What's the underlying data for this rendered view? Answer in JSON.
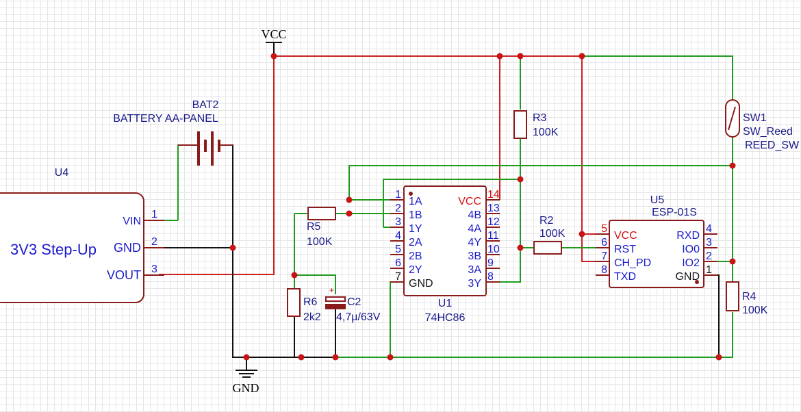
{
  "power": {
    "vcc": "VCC",
    "gnd": "GND"
  },
  "battery": {
    "ref": "BAT2",
    "value": "BATTERY AA-PANEL"
  },
  "stepup": {
    "ref": "U4",
    "name": "3V3 Step-Up",
    "pins": [
      {
        "num": "1",
        "name": "VIN"
      },
      {
        "num": "2",
        "name": "GND"
      },
      {
        "num": "3",
        "name": "VOUT"
      }
    ]
  },
  "r5": {
    "ref": "R5",
    "value": "100K"
  },
  "r6": {
    "ref": "R6",
    "value": "2k2"
  },
  "c2": {
    "ref": "C2",
    "value": "4,7µ/63V"
  },
  "r3": {
    "ref": "R3",
    "value": "100K"
  },
  "r2": {
    "ref": "R2",
    "value": "100K"
  },
  "r4": {
    "ref": "R4",
    "value": "100K"
  },
  "sw1": {
    "ref": "SW1",
    "value": "SW_Reed",
    "value2": "REED_SW"
  },
  "u1": {
    "ref": "U1",
    "value": "74HC86",
    "left_pins": [
      {
        "num": "1",
        "name": "1A"
      },
      {
        "num": "2",
        "name": "1B"
      },
      {
        "num": "3",
        "name": "1Y"
      },
      {
        "num": "4",
        "name": "2A"
      },
      {
        "num": "5",
        "name": "2B"
      },
      {
        "num": "6",
        "name": "2Y"
      },
      {
        "num": "7",
        "name": "GND"
      }
    ],
    "right_pins": [
      {
        "num": "14",
        "name": "VCC"
      },
      {
        "num": "13",
        "name": "4B"
      },
      {
        "num": "12",
        "name": "4A"
      },
      {
        "num": "11",
        "name": "4Y"
      },
      {
        "num": "10",
        "name": "3B"
      },
      {
        "num": "9",
        "name": "3A"
      },
      {
        "num": "8",
        "name": "3Y"
      }
    ]
  },
  "u5": {
    "ref": "U5",
    "value": "ESP-01S",
    "left_pins": [
      {
        "num": "5",
        "name": "VCC"
      },
      {
        "num": "6",
        "name": "RST"
      },
      {
        "num": "7",
        "name": "CH_PD"
      },
      {
        "num": "8",
        "name": "TXD"
      }
    ],
    "right_pins": [
      {
        "num": "4",
        "name": "RXD"
      },
      {
        "num": "3",
        "name": "IO0"
      },
      {
        "num": "2",
        "name": "IO2"
      },
      {
        "num": "1",
        "name": "GND"
      }
    ]
  }
}
